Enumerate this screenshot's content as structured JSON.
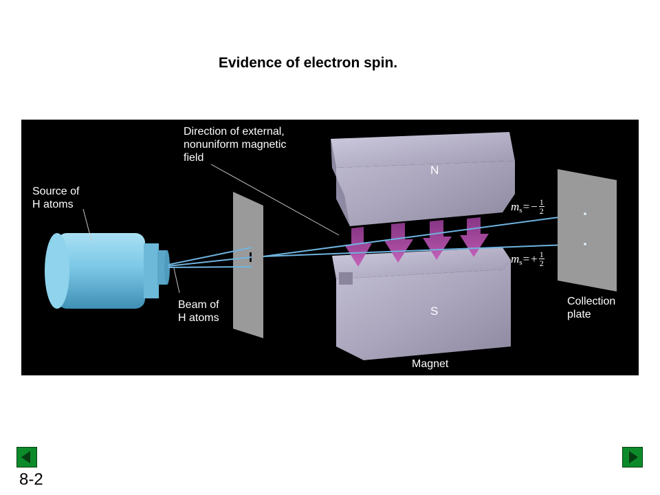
{
  "slide": {
    "title": "Evidence of electron spin.",
    "number": "8-2"
  },
  "figure": {
    "labels": {
      "field_direction": "Direction of external,\nnonuniform magnetic\nfield",
      "source": "Source of\nH atoms",
      "beam": "Beam of\nH atoms",
      "north_pole": "N",
      "south_pole": "S",
      "magnet": "Magnet",
      "collection_plate": "Collection\nplate"
    },
    "spin_states": [
      {
        "symbol": "m",
        "subscript": "s",
        "sign": "−",
        "numerator": "1",
        "denominator": "2"
      },
      {
        "symbol": "m",
        "subscript": "s",
        "sign": "+",
        "numerator": "1",
        "denominator": "2"
      }
    ],
    "colors": {
      "background": "#000000",
      "source_cylinder": "#7cc8e6",
      "beam": "#6fb4e0",
      "magnet": "#b7b3c4",
      "field_arrows": "#a0489a",
      "plate": "#9a9a9a"
    }
  },
  "nav": {
    "prev_icon": "triangle-left-icon",
    "next_icon": "triangle-right-icon"
  }
}
